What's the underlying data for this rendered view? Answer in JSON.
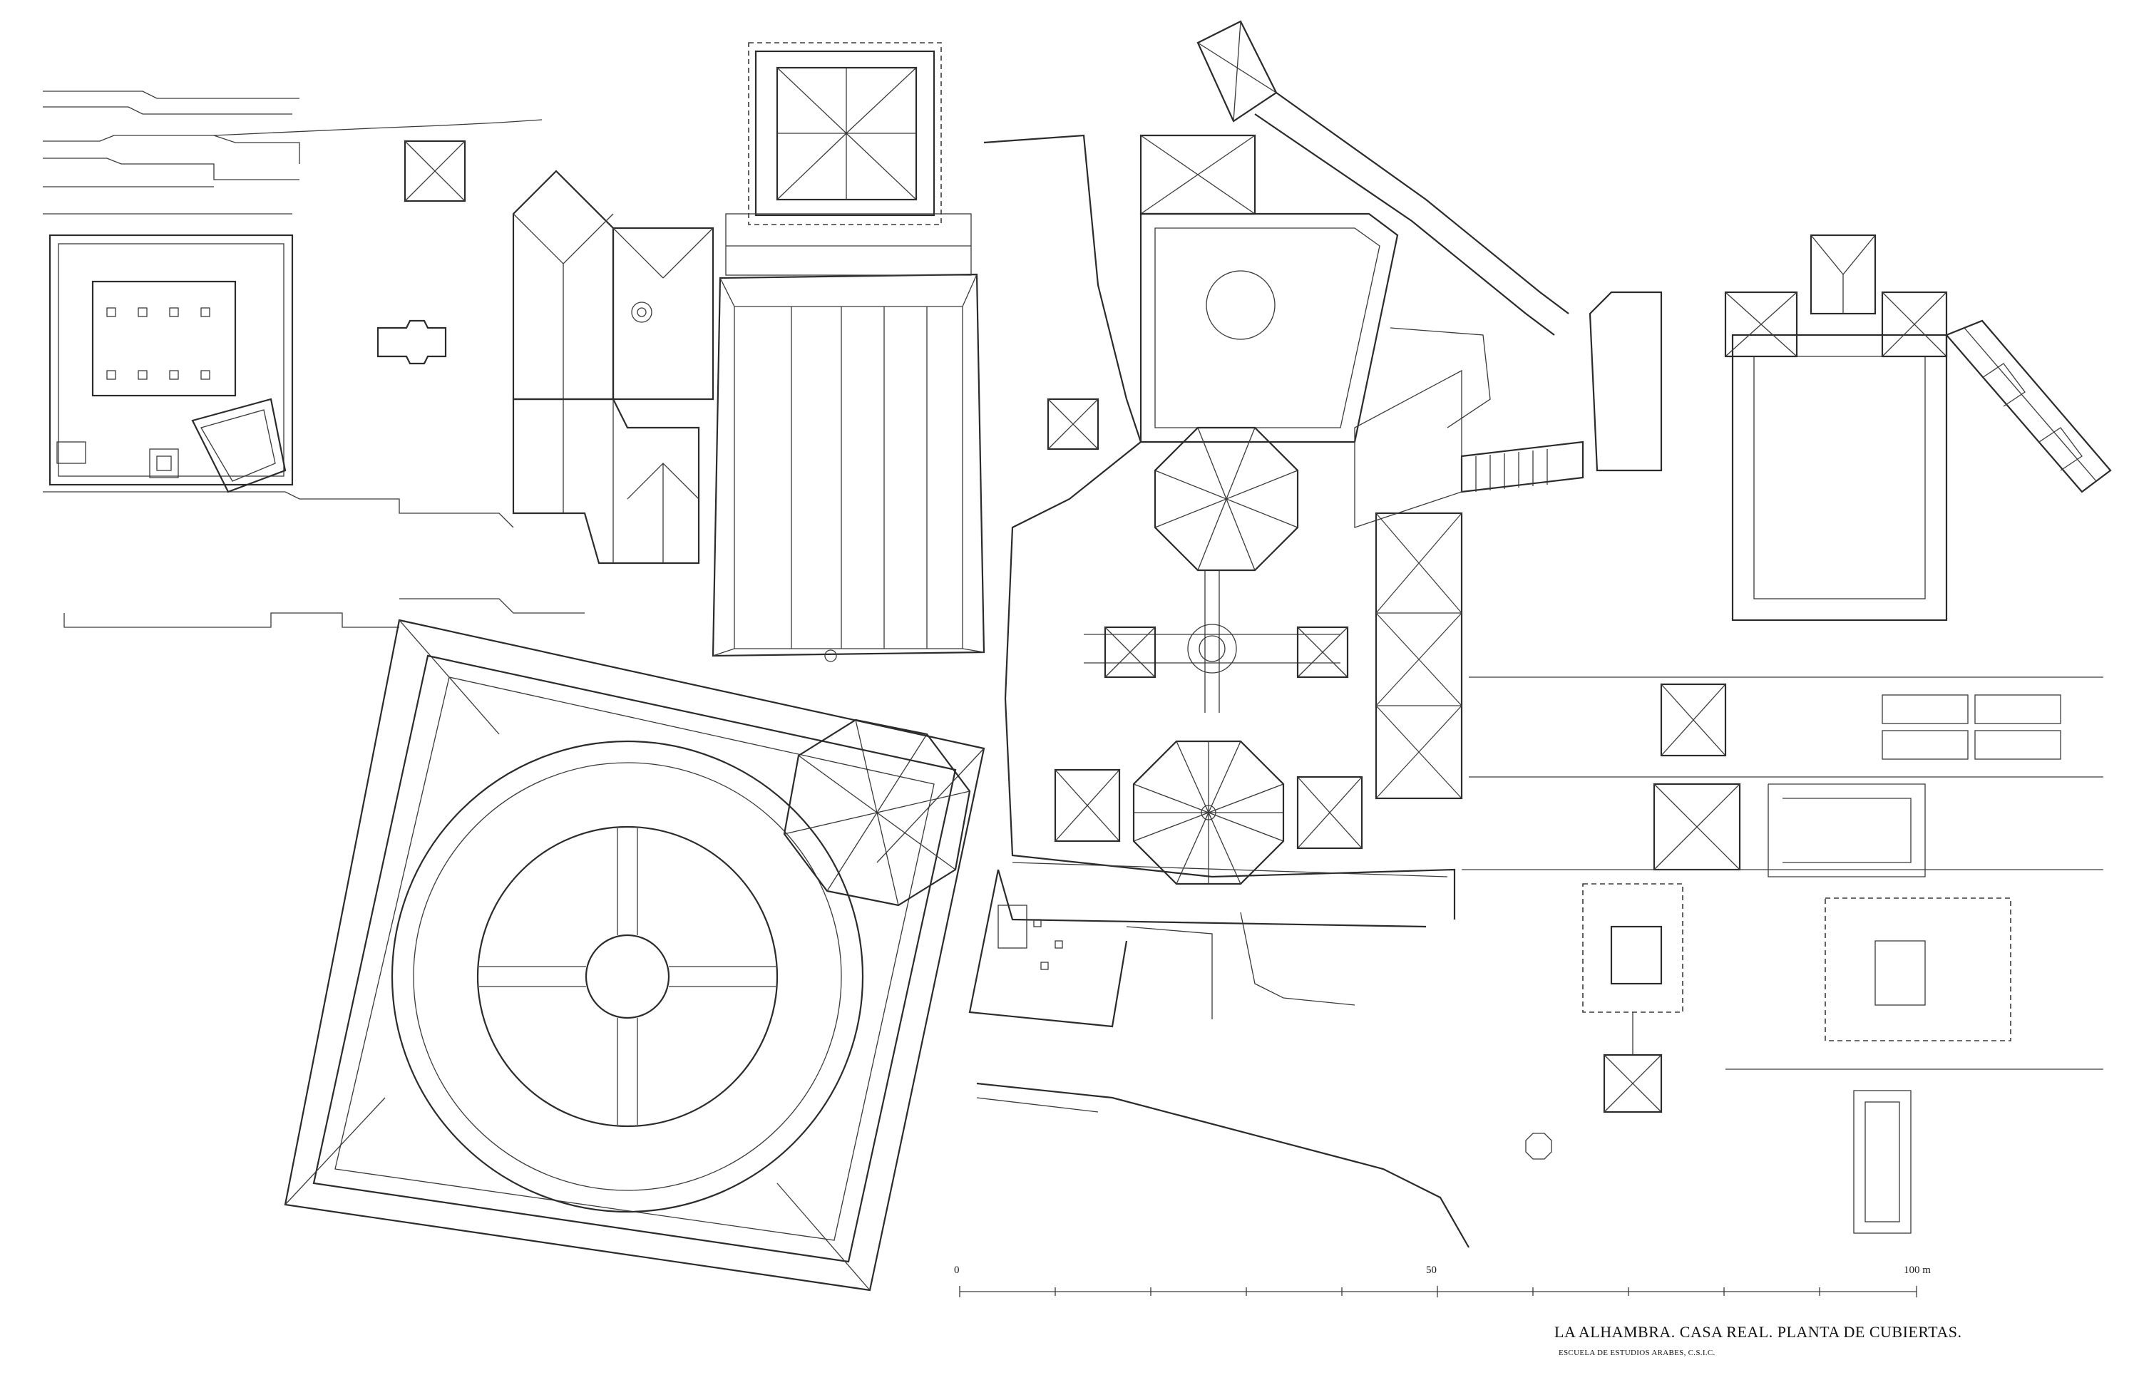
{
  "title": "LA ALHAMBRA. CASA REAL. PLANTA DE CUBIERTAS.",
  "subtitle": "ESCUELA DE ESTUDIOS ARABES, C.S.I.C.",
  "scale_bar": {
    "ticks": [
      "0",
      "50",
      "100 m"
    ]
  }
}
